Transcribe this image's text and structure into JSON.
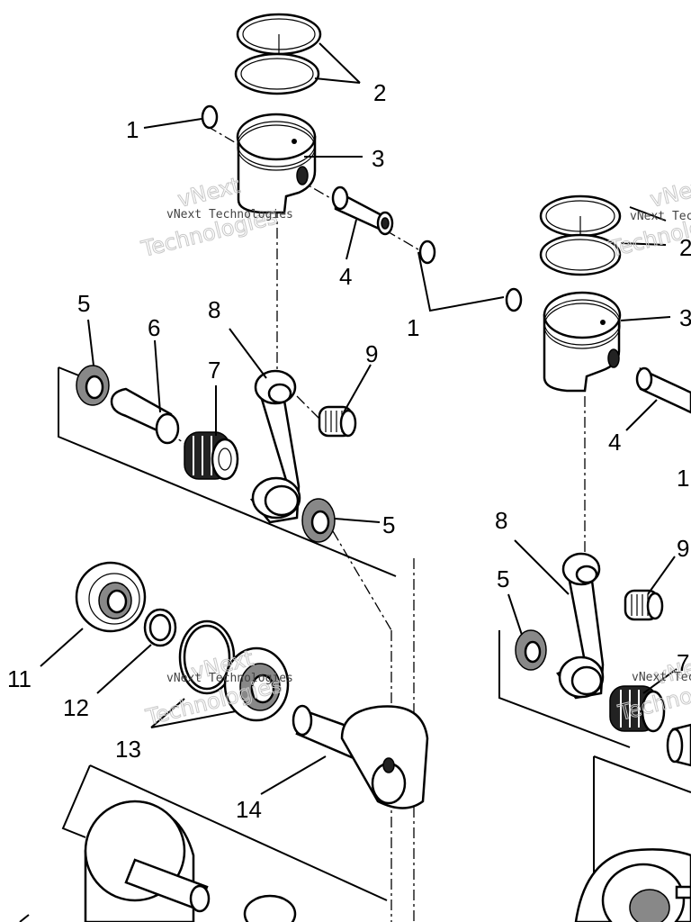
{
  "callouts": {
    "n1": "1",
    "n2": "2",
    "n3": "3",
    "n4": "4",
    "n5": "5",
    "n6": "6",
    "n7": "7",
    "n8": "8",
    "n9": "9",
    "n11": "11",
    "n12": "12",
    "n13": "13",
    "n14": "14"
  },
  "watermark": {
    "small": "vNext Technologies",
    "big_top": "vNext",
    "big_bottom": "Technologies"
  }
}
